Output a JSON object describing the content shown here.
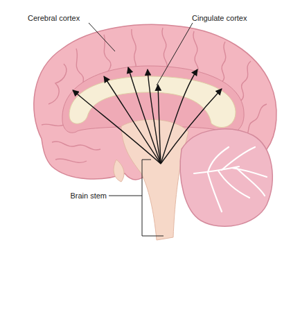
{
  "diagram": {
    "labels": [
      "Cerebral cortex",
      "Cingulate cortex",
      "Brain stem"
    ]
  }
}
